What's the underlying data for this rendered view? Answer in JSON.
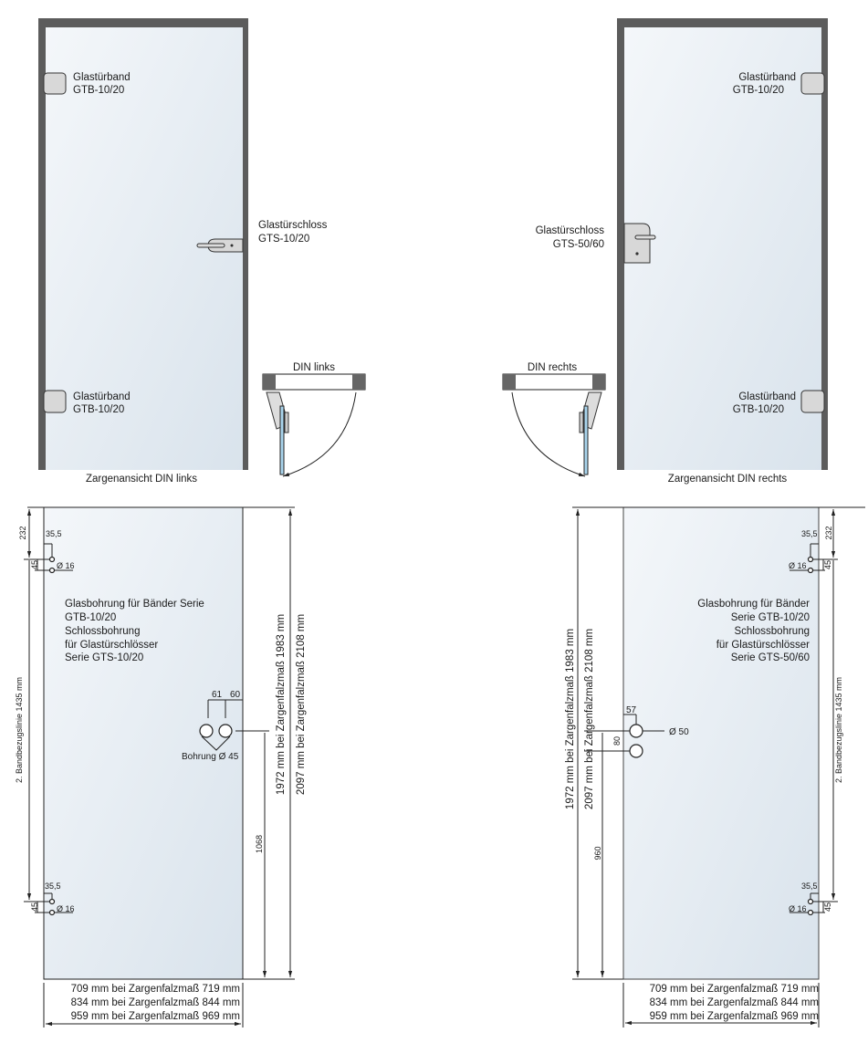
{
  "top_left": {
    "hinge_top": [
      "Glastürband",
      "GTB-10/20"
    ],
    "lock": [
      "Glastürschloss",
      "GTS-10/20"
    ],
    "hinge_bottom": [
      "Glastürband",
      "GTB-10/20"
    ],
    "caption": "Zargenansicht DIN links"
  },
  "top_right": {
    "hinge_top": [
      "Glastürband",
      "GTB-10/20"
    ],
    "lock": [
      "Glastürschloss",
      "GTS-50/60"
    ],
    "hinge_bottom": [
      "Glastürband",
      "GTB-10/20"
    ],
    "caption": "Zargenansicht DIN rechts"
  },
  "swing": {
    "left": "DIN links",
    "right": "DIN rechts"
  },
  "bottom_left": {
    "note": [
      "Glasbohrung für Bänder Serie",
      "GTB-10/20",
      "Schlossbohrung",
      "für Glastürschlösser",
      "Serie GTS-10/20"
    ],
    "dim_232": "232",
    "dim_35_5_top": "35,5",
    "dim_45_top": "45",
    "dim_d16_top": "Ø 16",
    "dim_35_5_bottom": "35,5",
    "dim_45_bottom": "45",
    "dim_d16_bottom": "Ø 16",
    "dim_1435": "2. Bandbezugslinie 1435 mm",
    "dim_61": "61",
    "dim_60": "60",
    "bohrung": "Bohrung Ø 45",
    "dim_1068": "1068",
    "height_1": "1972 mm bei Zargenfalzmaß 1983 mm",
    "height_2": "2097 mm bei Zargenfalzmaß 2108 mm",
    "widths": [
      "709 mm bei Zargenfalzmaß 719 mm",
      "834 mm bei Zargenfalzmaß 844 mm",
      "959 mm bei Zargenfalzmaß 969 mm"
    ]
  },
  "bottom_right": {
    "note": [
      "Glasbohrung für Bänder",
      "Serie GTB-10/20",
      "Schlossbohrung",
      "für Glastürschlösser",
      "Serie GTS-50/60"
    ],
    "dim_232": "232",
    "dim_35_5_top": "35,5",
    "dim_45_top": "45",
    "dim_d16_top": "Ø 16",
    "dim_35_5_bottom": "35,5",
    "dim_45_bottom": "45",
    "dim_d16_bottom": "Ø 16",
    "dim_1435": "2. Bandbezugslinie 1435 mm",
    "dim_57": "57",
    "dim_d50": "Ø 50",
    "dim_80": "80",
    "dim_960": "960",
    "height_1": "1972 mm bei Zargenfalzmaß 1983 mm",
    "height_2": "2097 mm bei Zargenfalzmaß 2108 mm",
    "widths": [
      "709 mm bei Zargenfalzmaß 719 mm",
      "834 mm bei Zargenfalzmaß 844 mm",
      "959 mm bei Zargenfalzmaß 969 mm"
    ]
  }
}
